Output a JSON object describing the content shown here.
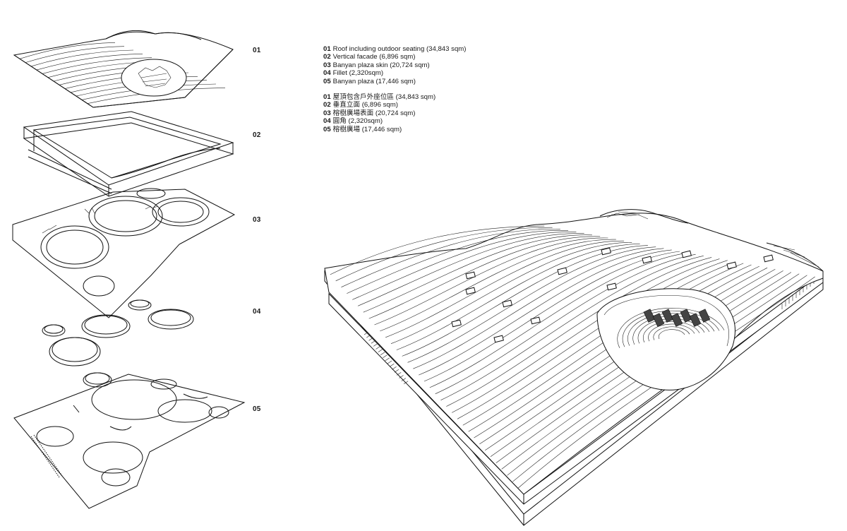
{
  "layer_numbers": [
    "01",
    "02",
    "03",
    "04",
    "05"
  ],
  "legend_en": [
    {
      "num": "01",
      "text": "Roof including outdoor seating (34,843 sqm)"
    },
    {
      "num": "02",
      "text": "Vertical facade (6,896 sqm)"
    },
    {
      "num": "03",
      "text": "Banyan plaza skin (20,724 sqm)"
    },
    {
      "num": "04",
      "text": "Fillet (2,320sqm)"
    },
    {
      "num": "05",
      "text": "Banyan plaza (17,446 sqm)"
    }
  ],
  "legend_zh": [
    {
      "num": "01",
      "text": "屋頂包含戶外座位區 (34,843 sqm)"
    },
    {
      "num": "02",
      "text": "垂直立面 (6,896 sqm)"
    },
    {
      "num": "03",
      "text": "榕樹廣場表面 (20,724 sqm)"
    },
    {
      "num": "04",
      "text": "圓角 (2,320sqm)"
    },
    {
      "num": "05",
      "text": "榕樹廣場 (17,446 sqm)"
    }
  ]
}
